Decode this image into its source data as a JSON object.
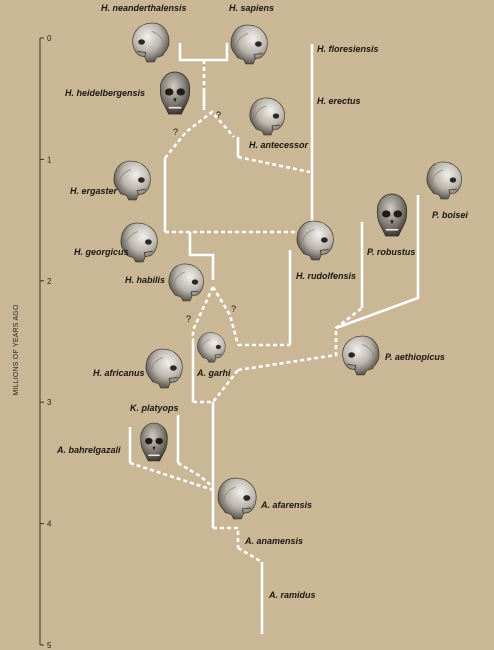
{
  "axis": {
    "label": "MILLIONS OF YEARS AGO",
    "ticks": [
      "0",
      "1",
      "2",
      "3",
      "4",
      "5"
    ]
  },
  "colors": {
    "background": "#c9b795",
    "branch": "#ffffff",
    "skull_light": "#d8d4cc",
    "skull_dark": "#3c3832"
  },
  "species": [
    {
      "name": "H. neanderthalensis"
    },
    {
      "name": "H. sapiens"
    },
    {
      "name": "H. floresiensis"
    },
    {
      "name": "H. heidelbergensis"
    },
    {
      "name": "H. erectus"
    },
    {
      "name": "H. antecessor"
    },
    {
      "name": "H. ergaster"
    },
    {
      "name": "P. boisei"
    },
    {
      "name": "P. robustus"
    },
    {
      "name": "H. georgicus"
    },
    {
      "name": "H. rudolfensis"
    },
    {
      "name": "H. habilis"
    },
    {
      "name": "P. aethiopicus"
    },
    {
      "name": "H. africanus"
    },
    {
      "name": "A. garhi"
    },
    {
      "name": "K. platyops"
    },
    {
      "name": "A. bahrelgazali"
    },
    {
      "name": "A. afarensis"
    },
    {
      "name": "A. anamensis"
    },
    {
      "name": "A. ramidus"
    }
  ],
  "uncertain_mark": "?"
}
